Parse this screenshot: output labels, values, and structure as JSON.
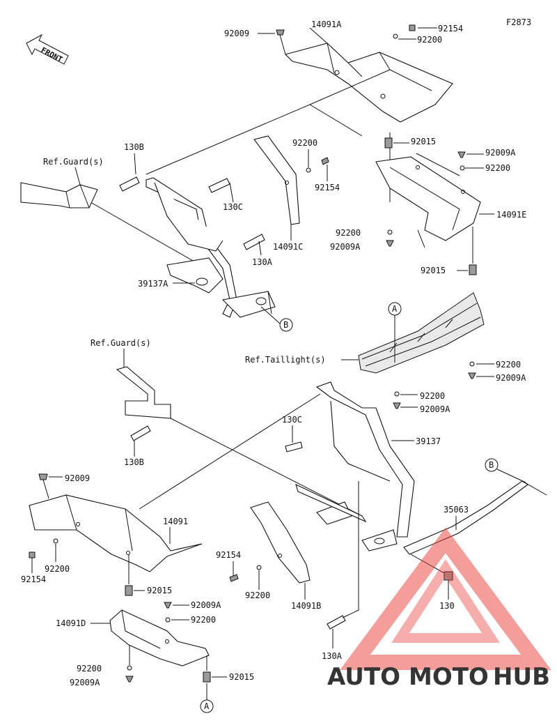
{
  "diagram_code": "F2873",
  "front_label": "FRONT",
  "labels": {
    "l92009_top": "92009",
    "l14091A": "14091A",
    "l92154_top": "92154",
    "l92200_top": "92200",
    "l130B_top": "130B",
    "ref_guard_top": "Ref.Guard(s)",
    "l130C_top": "130C",
    "l92200_mid": "92200",
    "l92154_mid": "92154",
    "l14091C": "14091C",
    "l130A_top": "130A",
    "l39137A": "39137A",
    "callout_B_top": "B",
    "l92015_r1": "92015",
    "l92009A_r1": "92009A",
    "l92200_r1": "92200",
    "l14091E": "14091E",
    "l92200_r2": "92200",
    "l92009A_r2": "92009A",
    "l92015_r2": "92015",
    "callout_A_top": "A",
    "ref_taillight": "Ref.Taillight(s)",
    "l92200_r3": "92200",
    "l92009A_r3": "92009A",
    "l92200_r4": "92200",
    "l92009A_r4": "92009A",
    "ref_guard_bottom": "Ref.Guard(s)",
    "l130C_bottom": "130C",
    "l39137": "39137",
    "l130B_bottom": "130B",
    "callout_B_bottom": "B",
    "l35063": "35063",
    "l92009_bottom": "92009",
    "l14091": "14091",
    "l92154_bl": "92154",
    "l92200_bl": "92200",
    "l92154_bm": "92154",
    "l92200_bm": "92200",
    "l14091B": "14091B",
    "l92015_b1": "92015",
    "l130_bottom": "130",
    "l92009A_b1": "92009A",
    "l92200_b1": "92200",
    "l14091D": "14091D",
    "l92200_b2": "92200",
    "l92009A_b2": "92009A",
    "l92015_b2": "92015",
    "callout_A_bottom": "A",
    "l130A_bottom": "130A"
  },
  "watermark": {
    "part1": "AUTO",
    "part2": "MOTO",
    "part3": "HUB"
  },
  "colors": {
    "line": "#111111",
    "watermark_red": "#e8413b",
    "watermark_orange": "#f2a33a",
    "watermark_gray": "#8a8a8a"
  }
}
